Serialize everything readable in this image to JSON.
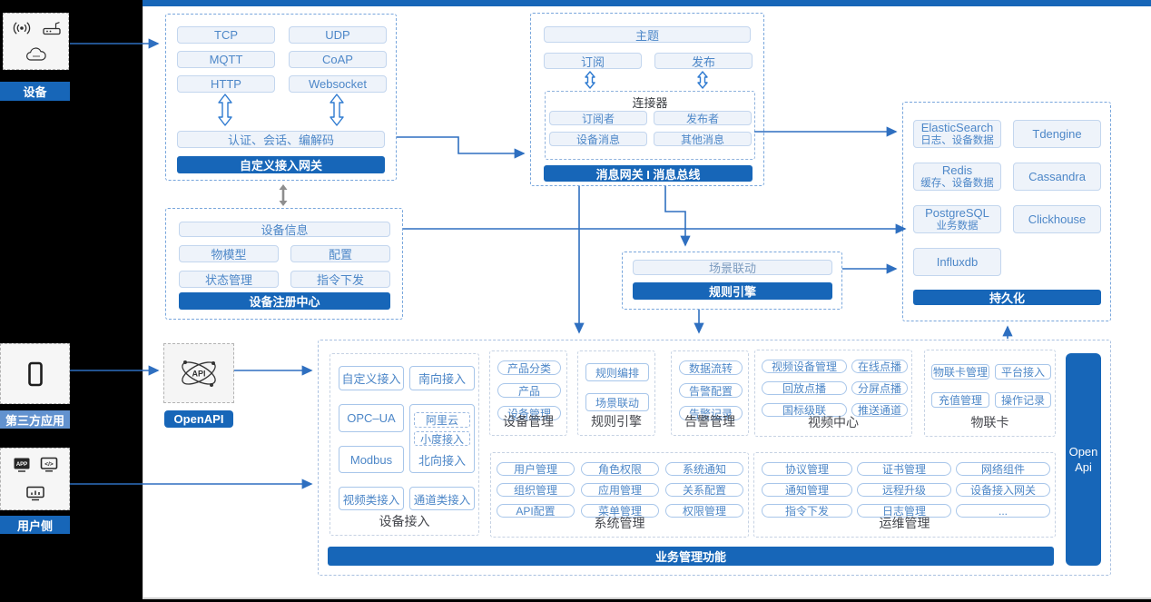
{
  "colors": {
    "accent": "#1766b8",
    "third_party_label_bg": "#6292cf",
    "line_blue": "#2e6fc0"
  },
  "left_rail": {
    "device": {
      "label": "设备",
      "icons": [
        "broadcast-icon",
        "router-icon",
        "cloud-icon"
      ]
    },
    "third_party": {
      "label": "第三方应用",
      "icons": [
        "smartphone-icon"
      ]
    },
    "user_side": {
      "label": "用户侧",
      "icons": [
        "app-window-icon",
        "code-window-icon",
        "dashboard-monitor-icon"
      ]
    }
  },
  "gateway": {
    "protocols": [
      "TCP",
      "UDP",
      "MQTT",
      "CoAP",
      "HTTP",
      "Websocket"
    ],
    "session_bar": "认证、会话、编解码",
    "title": "自定义接入网关"
  },
  "message_bus": {
    "topic": "主题",
    "subscribe": "订阅",
    "publish": "发布",
    "connector": {
      "title": "连接器",
      "items": [
        "订阅者",
        "发布者",
        "设备消息",
        "其他消息"
      ]
    },
    "title": "消息网关 I 消息总线"
  },
  "registry": {
    "device_info": "设备信息",
    "items": [
      "物模型",
      "配置",
      "状态管理",
      "指令下发"
    ],
    "title": "设备注册中心"
  },
  "rule_engine_mid": {
    "scene": "场景联动",
    "title": "规则引擎"
  },
  "persistence": {
    "title": "持久化",
    "stores": [
      {
        "name": "ElasticSearch",
        "desc": "日志、设备数据"
      },
      {
        "name": "Tdengine",
        "desc": ""
      },
      {
        "name": "Redis",
        "desc": "缓存、设备数据"
      },
      {
        "name": "Cassandra",
        "desc": ""
      },
      {
        "name": "PostgreSQL",
        "desc": "业务数据"
      },
      {
        "name": "Clickhouse",
        "desc": ""
      },
      {
        "name": "Influxdb",
        "desc": ""
      }
    ]
  },
  "openapi": {
    "label": "OpenAPI"
  },
  "business": {
    "title": "业务管理功能",
    "open_api_bar": "Open\nApi",
    "device_access": {
      "label": "设备接入",
      "row1": [
        "自定义接入",
        "南向接入"
      ],
      "opcua": "OPC–UA",
      "north": {
        "label": "北向接入",
        "items": [
          "阿里云",
          "小度接入"
        ]
      },
      "modbus": "Modbus",
      "row4": [
        "视频类接入",
        "通道类接入"
      ]
    },
    "device_mgmt": {
      "label": "设备管理",
      "items": [
        "产品分类",
        "产品",
        "设备管理"
      ]
    },
    "rule_engine": {
      "label": "规则引擎",
      "items": [
        "规则编排",
        "场景联动"
      ]
    },
    "alarm": {
      "label": "告警管理",
      "items": [
        "数据流转",
        "告警配置",
        "告警记录"
      ]
    },
    "video": {
      "label": "视频中心",
      "items": [
        "视频设备管理",
        "在线点播",
        "回放点播",
        "分屏点播",
        "国标级联",
        "推送通道"
      ]
    },
    "iot_card": {
      "label": "物联卡",
      "items": [
        "物联卡管理",
        "平台接入",
        "充值管理",
        "操作记录"
      ]
    },
    "system": {
      "label": "系统管理",
      "items": [
        "用户管理",
        "角色权限",
        "系统通知",
        "组织管理",
        "应用管理",
        "关系配置",
        "API配置",
        "菜单管理",
        "权限管理"
      ]
    },
    "ops": {
      "label": "运维管理",
      "items": [
        "协议管理",
        "证书管理",
        "网络组件",
        "通知管理",
        "远程升级",
        "设备接入网关",
        "指令下发",
        "日志管理",
        "..."
      ]
    }
  }
}
